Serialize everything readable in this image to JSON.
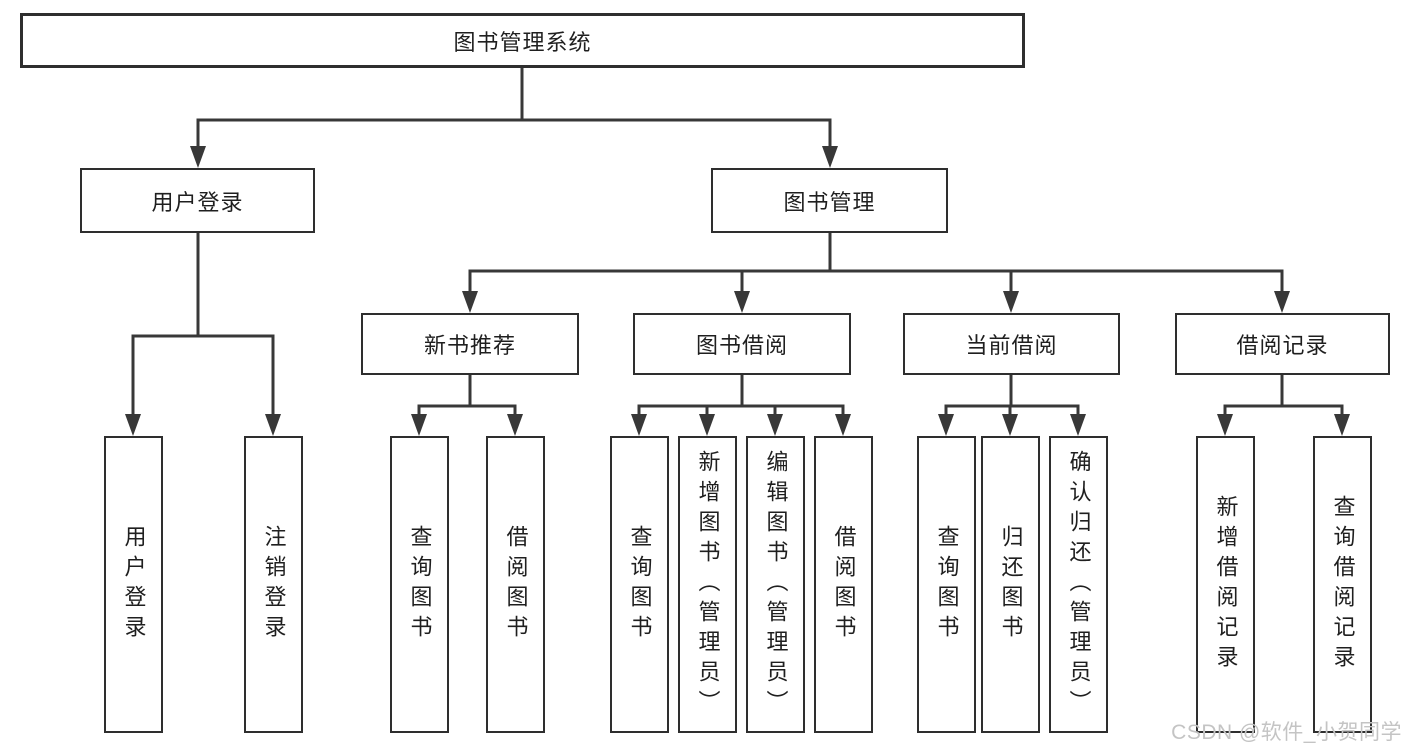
{
  "tree": {
    "root": "图书管理系统",
    "level2": [
      "用户登录",
      "图书管理"
    ],
    "level3": [
      "新书推荐",
      "图书借阅",
      "当前借阅",
      "借阅记录"
    ],
    "leaves": [
      [
        "用户登录",
        "注销登录"
      ],
      [
        "查询图书",
        "借阅图书"
      ],
      [
        "查询图书",
        "新增图书（管理员）",
        "编辑图书（管理员）",
        "借阅图书"
      ],
      [
        "查询图书",
        "归还图书",
        "确认归还（管理员）"
      ],
      [
        "新增借阅记录",
        "查询借阅记录"
      ]
    ]
  },
  "watermark": {
    "text": "CSDN @软件_小贺同学"
  },
  "colors": {
    "line": "#383838",
    "box_border": "#2e2e2e",
    "text": "#1f1f1f",
    "watermark": "#c4c4c4",
    "background": "#ffffff"
  }
}
